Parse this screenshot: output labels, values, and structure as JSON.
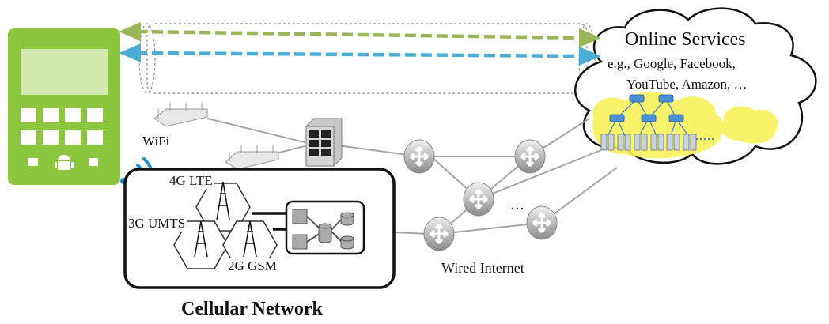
{
  "labels": {
    "online_services": "Online Services",
    "services_line1": "e.g., Google, Facebook,",
    "services_line2": "YouTube, Amazon, …",
    "wifi": "WiFi",
    "lte": "4G LTE",
    "umts": "3G UMTS",
    "gsm": "2G GSM",
    "wired_internet": "Wired Internet",
    "cellular_network": "Cellular Network",
    "ellipsis": "…"
  },
  "colors": {
    "phone_green": "#8cc63e",
    "phone_light": "#d3e9ad",
    "arrow_green": "#9ab55a",
    "arrow_blue": "#4aaed6",
    "wifi_signal": "#2a8fd0",
    "cloud_fill": "#ffffff",
    "datacenter_yellow": "#f7f25a",
    "router_gray": "#9a9a9a",
    "switch_blue": "#3b7fc4"
  },
  "icons": [
    "smartphone-icon",
    "android-icon",
    "wifi-signal-icon",
    "access-point-icon",
    "server-rack-icon",
    "router-icon",
    "cell-tower-icon",
    "database-icon",
    "network-switch-icon"
  ]
}
